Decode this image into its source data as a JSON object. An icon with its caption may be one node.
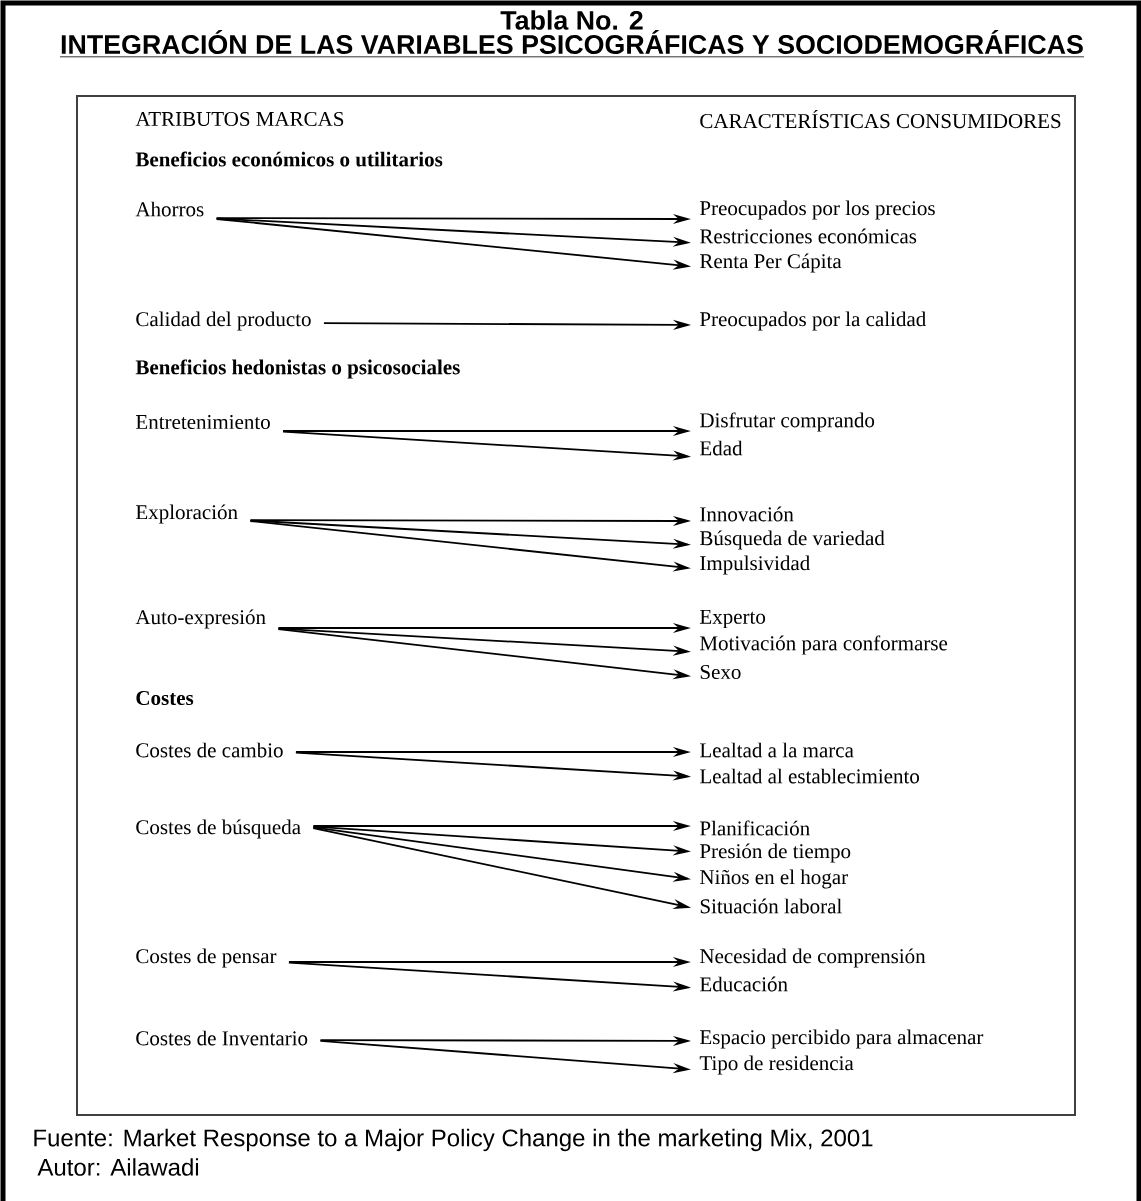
{
  "diagram": {
    "title": "INTEGRACIÓN DE LAS VARIABLES PSICOGRÁFICAS Y SOCIODEMOGRÁFICAS",
    "caption": "Fuente: Market Response to a Major Policy Change in the marketing Mix, 2001",
    "nodes": [
      {
        "text": [
          "Ahorros"
        ]
      },
      {
        "text": [
          "Preocupados por los precios"
        ]
      },
      {
        "text": [
          "Restricciones económicas"
        ]
      },
      {
        "text": [
          "Renta Per Cápita"
        ]
      },
      {
        "text": [
          "Calidad del producto"
        ]
      },
      {
        "text": [
          "Preocupados por la calidad"
        ]
      },
      {
        "text": [
          "Entretenimiento"
        ]
      },
      {
        "text": [
          "Disfrutar comprando"
        ]
      },
      {
        "text": [
          "Edad"
        ]
      },
      {
        "text": [
          "Exploración"
        ]
      },
      {
        "text": [
          "Innovación"
        ]
      },
      {
        "text": [
          "Búsqueda de variedad"
        ]
      },
      {
        "text": [
          "Impulsividad"
        ]
      },
      {
        "text": [
          "Auto-expresión"
        ]
      },
      {
        "text": [
          "Experto"
        ]
      },
      {
        "text": [
          "Motivación para conformarse"
        ]
      },
      {
        "text": [
          "Sexo"
        ]
      },
      {
        "text": [
          "Costes de cambio"
        ]
      },
      {
        "text": [
          "Lealtad a la marca"
        ]
      },
      {
        "text": [
          "Lealtad al establecimiento"
        ]
      },
      {
        "text": [
          "Costes de búsqueda"
        ]
      },
      {
        "text": [
          "Planificación"
        ]
      },
      {
        "text": [
          "Presión de tiempo"
        ]
      },
      {
        "text": [
          "Niños en el hogar"
        ]
      },
      {
        "text": [
          "Situación laboral"
        ]
      },
      {
        "text": [
          "Costes de pensar"
        ]
      },
      {
        "text": [
          "Necesidad de comprensión"
        ]
      },
      {
        "text": [
          "Educación"
        ]
      },
      {
        "text": [
          "Costes de Inventario"
        ]
      },
      {
        "text": [
          "Espacio percibido para almacenar"
        ]
      },
      {
        "text": [
          "Tipo de residencia"
        ]
      }
    ],
    "edges": [
      {
        "from": 0,
        "to": 1,
        "arrow": "to"
      },
      {
        "from": 0,
        "to": 2,
        "arrow": "to"
      },
      {
        "from": 0,
        "to": 3,
        "arrow": "to"
      },
      {
        "from": 4,
        "to": 5,
        "arrow": "to"
      },
      {
        "from": 6,
        "to": 7,
        "arrow": "to"
      },
      {
        "from": 6,
        "to": 8,
        "arrow": "to"
      },
      {
        "from": 9,
        "to": 10,
        "arrow": "to"
      },
      {
        "from": 9,
        "to": 11,
        "arrow": "to"
      },
      {
        "from": 9,
        "to": 12,
        "arrow": "to"
      },
      {
        "from": 13,
        "to": 14,
        "arrow": "to"
      },
      {
        "from": 13,
        "to": 15,
        "arrow": "to"
      },
      {
        "from": 13,
        "to": 16,
        "arrow": "to"
      },
      {
        "from": 17,
        "to": 18,
        "arrow": "to"
      },
      {
        "from": 17,
        "to": 19,
        "arrow": "to"
      },
      {
        "from": 20,
        "to": 21,
        "arrow": "to"
      },
      {
        "from": 20,
        "to": 22,
        "arrow": "to"
      },
      {
        "from": 20,
        "to": 23,
        "arrow": "to"
      },
      {
        "from": 20,
        "to": 24,
        "arrow": "to"
      },
      {
        "from": 25,
        "to": 26,
        "arrow": "to"
      },
      {
        "from": 25,
        "to": 27,
        "arrow": "to"
      },
      {
        "from": 28,
        "to": 29,
        "arrow": "to"
      },
      {
        "from": 28,
        "to": 30,
        "arrow": "to"
      }
    ],
    "labels": [
      "Tabla No. 2",
      "ATRIBUTOS MARCAS",
      "CARACTERÍSTICAS CONSUMIDORES",
      "Beneficios económicos o utilitarios",
      "Beneficios hedonistas o psicosociales",
      "Costes",
      "Autor: Ailawadi"
    ]
  }
}
